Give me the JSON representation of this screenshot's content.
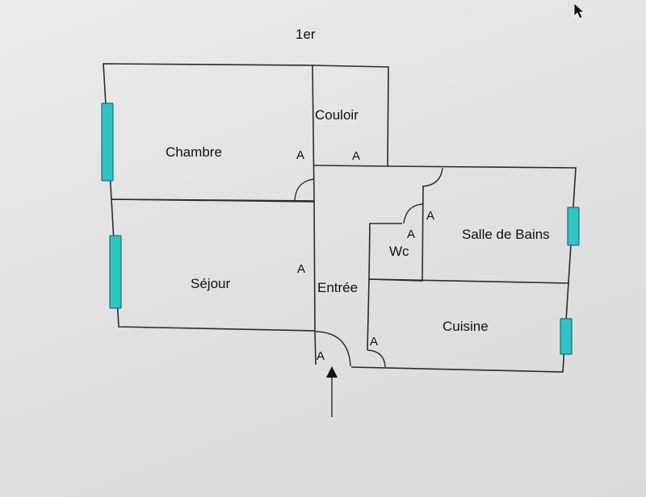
{
  "plan": {
    "title": "1er",
    "rooms": {
      "chambre": "Chambre",
      "couloir": "Couloir",
      "sejour": "Séjour",
      "entree": "Entrée",
      "wc": "Wc",
      "salle_de_bains": "Salle de Bains",
      "cuisine": "Cuisine"
    },
    "door_marker": "A",
    "colors": {
      "wall": "#2b2b2b",
      "window": "#2ec4c4",
      "background": "#e4e4e4"
    }
  }
}
